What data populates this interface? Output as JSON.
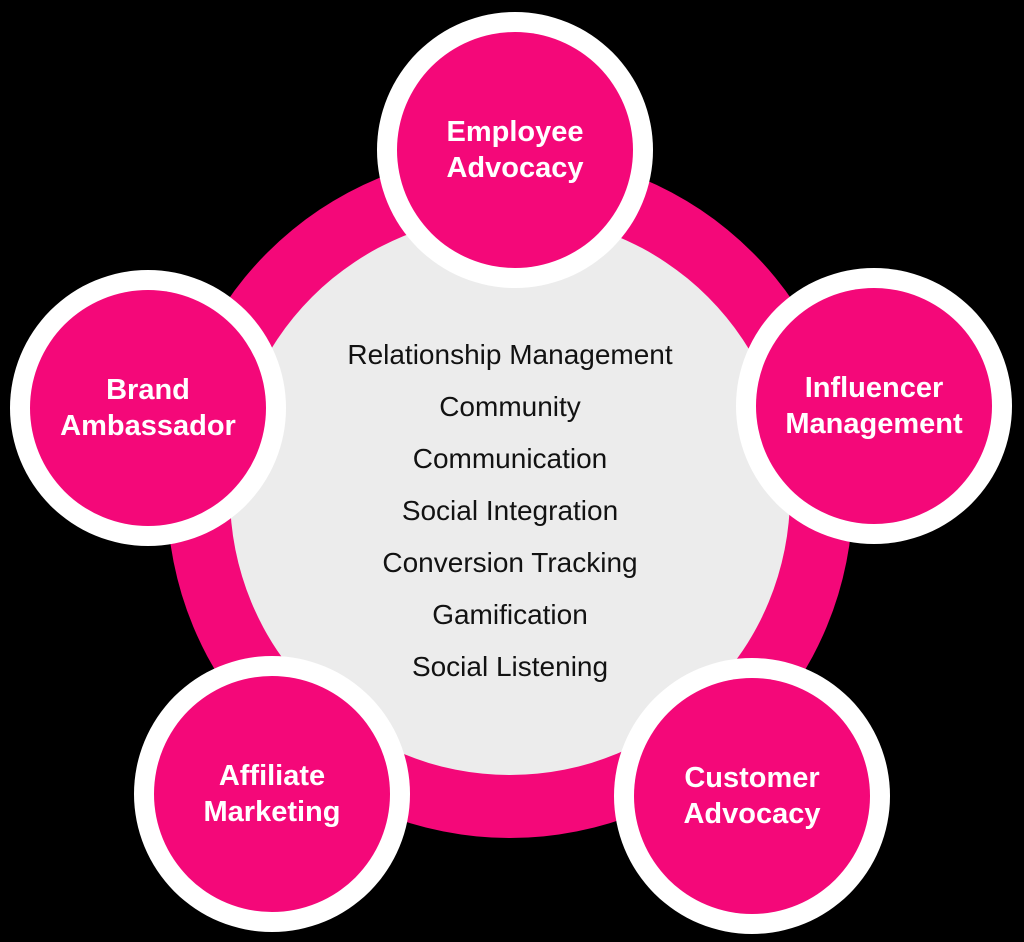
{
  "diagram": {
    "center": {
      "features": [
        "Relationship Management",
        "Community",
        "Communication",
        "Social Integration",
        "Conversion Tracking",
        "Gamification",
        "Social Listening"
      ]
    },
    "satellites": [
      {
        "id": "employee-advocacy",
        "label": "Employee\nAdvocacy"
      },
      {
        "id": "influencer-management",
        "label": "Influencer\nManagement"
      },
      {
        "id": "customer-advocacy",
        "label": "Customer\nAdvocacy"
      },
      {
        "id": "affiliate-marketing",
        "label": "Affiliate\nMarketing"
      },
      {
        "id": "brand-ambassador",
        "label": "Brand\nAmbassador"
      }
    ],
    "colors": {
      "pink": "#f40879",
      "gray": "#ececec",
      "white": "#ffffff",
      "text_dark": "#121212",
      "background": "#000000"
    }
  }
}
